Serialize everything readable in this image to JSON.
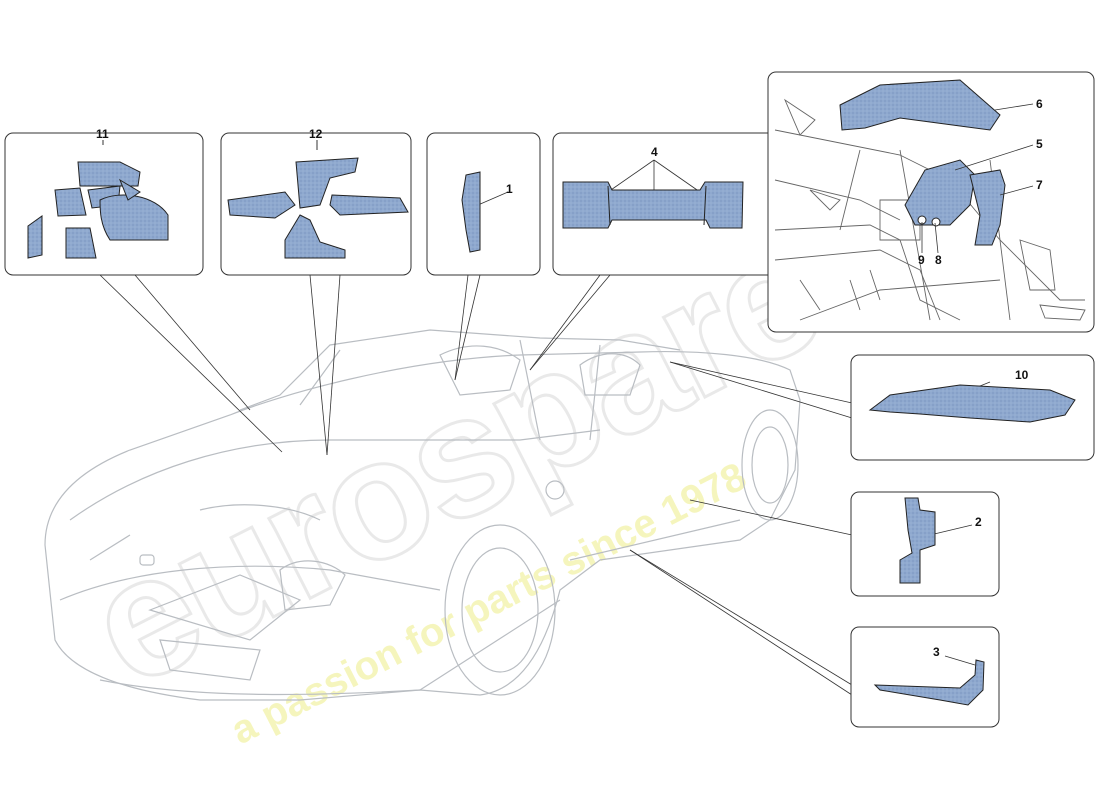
{
  "diagram": {
    "callouts": {
      "p1": "1",
      "p2": "2",
      "p3": "3",
      "p4": "4",
      "p5": "5",
      "p6": "6",
      "p7": "7",
      "p8": "8",
      "p9": "9",
      "p10": "10",
      "p11": "11",
      "p12": "12"
    },
    "part_fill": "#8fa9cf",
    "line_color": "#b9bdc2",
    "stroke_color": "#222222"
  },
  "watermark": {
    "brand": "eurospares",
    "tagline": "a passion for parts since 1978",
    "color": "#f2f2a0"
  }
}
